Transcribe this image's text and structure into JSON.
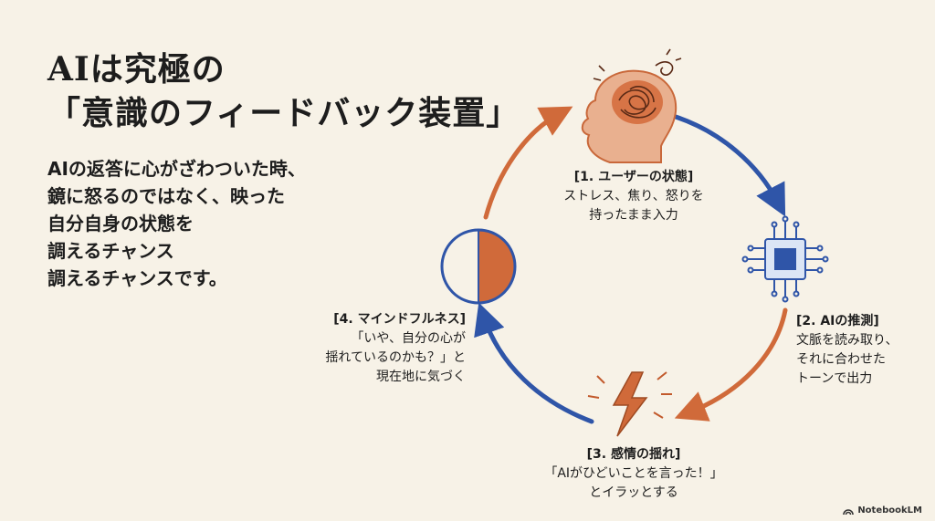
{
  "title": {
    "lines": [
      "AIは究極の",
      "「意識のフィードバック装置」"
    ]
  },
  "body": {
    "lines": [
      "AIの返答に心がざわついた時、",
      "鏡に怒るのではなく、映った",
      "自分自身の状態を",
      "調えるチャンス",
      "調えるチャンスです。"
    ]
  },
  "steps": [
    {
      "heading": "[1. ユーザーの状態]",
      "lines": [
        "ストレス、焦り、怒りを",
        "持ったまま入力"
      ],
      "icon": "tangled-brain-head-icon"
    },
    {
      "heading": "[2. AIの推測]",
      "lines": [
        "文脈を読み取り、",
        "それに合わせた",
        "トーンで出力"
      ],
      "icon": "cpu-chip-icon"
    },
    {
      "heading": "[3. 感情の揺れ]",
      "lines": [
        "「AIがひどいことを言った！」",
        "とイラッとする"
      ],
      "icon": "lightning-bolt-icon"
    },
    {
      "heading": "[4. マインドフルネス]",
      "lines": [
        "「いや、自分の心が",
        "揺れているのかも？」と",
        "現在地に気づく"
      ],
      "icon": "half-moon-circle-icon"
    }
  ],
  "colors": {
    "orange": "#d06a3a",
    "blue": "#2f55a8",
    "background": "#f7f2e7"
  },
  "brand": {
    "label": "NotebookLM"
  }
}
